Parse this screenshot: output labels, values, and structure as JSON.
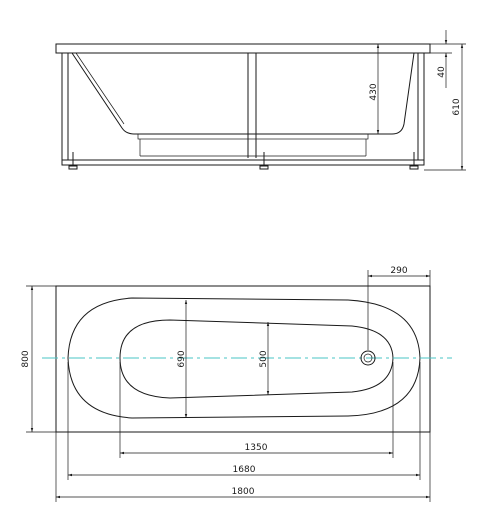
{
  "side_view": {
    "depth_label": "430",
    "rim_label": "40",
    "height_label": "610"
  },
  "top_view": {
    "width_label": "800",
    "inner_width_label": "690",
    "bottom_width_label": "500",
    "drain_offset_label": "290",
    "bottom_length_label": "1350",
    "inner_length_label": "1680",
    "overall_length_label": "1800"
  },
  "colors": {
    "line": "#1a1a1a",
    "centerline": "#49c6c6"
  }
}
